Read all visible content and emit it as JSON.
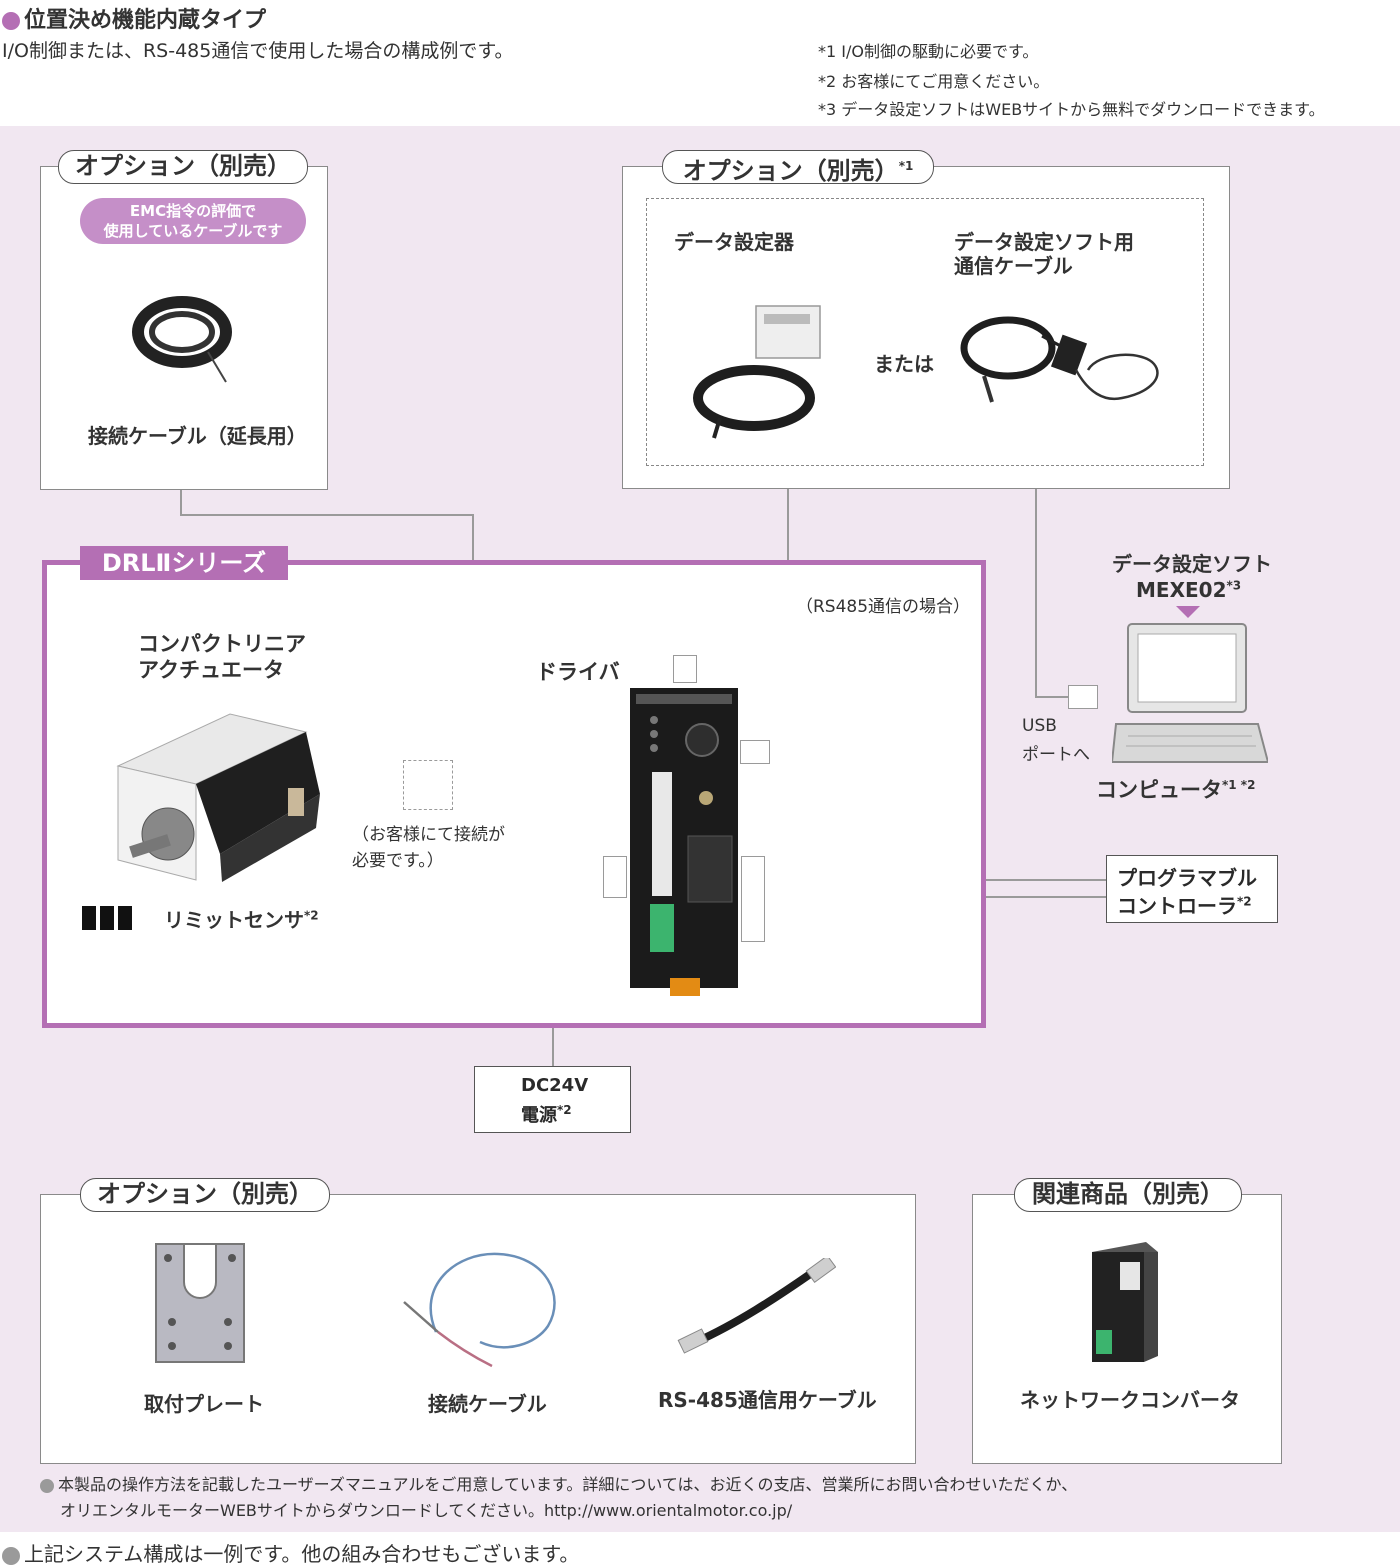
{
  "header": {
    "title": "位置決め機能内蔵タイプ",
    "subtitle": "I/O制御または、RS-485通信で使用した場合の構成例です。",
    "notes": [
      "*1 I/O制御の駆動に必要です。",
      "*2 お客様にてご用意ください。",
      "*3 データ設定ソフトはWEBサイトから無料でダウンロードできます。"
    ]
  },
  "option_cable": {
    "tab": "オプション（別売）",
    "emc_badge_line1": "EMC指令の評価で",
    "emc_badge_line2": "使用しているケーブルです",
    "item_label": "接続ケーブル（延長用）"
  },
  "option_data": {
    "tab": "オプション（別売）",
    "tab_sup": "*1",
    "device_label": "データ設定器",
    "cable_label_line1": "データ設定ソフト用",
    "cable_label_line2": "通信ケーブル",
    "or_text": "または"
  },
  "drl_series": {
    "tab": "DRLⅡシリーズ",
    "actuator_line1": "コンパクトリニア",
    "actuator_line2": "アクチュエータ",
    "driver_label": "ドライバ",
    "limit_sensor": "リミットセンサ",
    "limit_sensor_sup": "*2",
    "customer_connect_line1": "（お客様にて接続が",
    "customer_connect_line2": "必要です。）",
    "rs485_note": "（RS485通信の場合）"
  },
  "software": {
    "label_line1": "データ設定ソフト",
    "label_line2": "MEXE02",
    "label_sup": "*3",
    "usb_line1": "USB",
    "usb_line2": "ポートへ",
    "computer": "コンピュータ",
    "computer_sup": "*1 *2"
  },
  "plc": {
    "line1": "プログラマブル",
    "line2": "コントローラ",
    "sup": "*2"
  },
  "power": {
    "line1": "DC24V",
    "line2": "電源",
    "sup": "*2"
  },
  "option_bottom": {
    "tab": "オプション（別売）",
    "items": [
      "取付プレート",
      "接続ケーブル",
      "RS-485通信用ケーブル"
    ]
  },
  "related": {
    "tab": "関連商品（別売）",
    "item": "ネットワークコンバータ"
  },
  "footer": {
    "manual_line1": "本製品の操作方法を記載したユーザーズマニュアルをご用意しています。詳細については、お近くの支店、営業所にお問い合わせいただくか、",
    "manual_line2": "オリエンタルモーターWEBサイトからダウンロードしてください。http://www.orientalmotor.co.jp/",
    "system_note": "上記システム構成は一例です。他の組み合わせもございます。"
  },
  "colors": {
    "accent": "#b46fb4",
    "panel_bg": "#f1e7f1",
    "badge": "#c58fc8",
    "bullet_gray": "#9a9a9a"
  }
}
